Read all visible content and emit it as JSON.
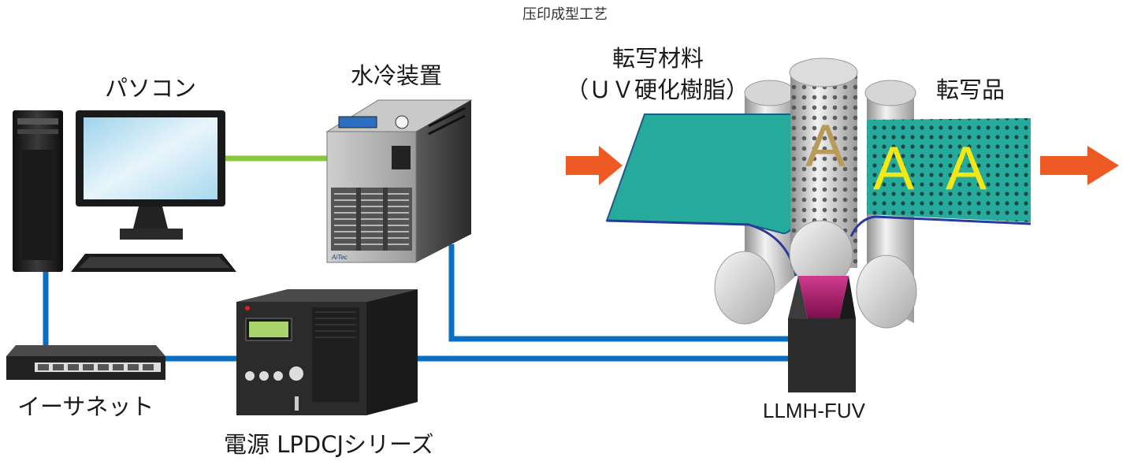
{
  "title": "压印成型工艺",
  "labels": {
    "pc": "パソコン",
    "chiller": "水冷装置",
    "ethernet": "イーサネット",
    "power": "電源 LPDCJシリーズ",
    "lamp": "LLMH-FUV",
    "material_line1": "転写材料",
    "material_line2": "（ＵＶ硬化樹脂）",
    "product": "転写品",
    "chiller_brand": "AiTec"
  },
  "roller_text": {
    "on_roller": "A",
    "product_1": "A",
    "product_2": "A"
  },
  "colors": {
    "cable_blue": "#0a6fc2",
    "cable_green": "#8cc63f",
    "arrow_orange": "#ee5a24",
    "film_teal": "#25aa9c",
    "product_letter": "#f5e812",
    "roller_letter": "#b89a5a",
    "uv_magenta": "#b0186f"
  }
}
